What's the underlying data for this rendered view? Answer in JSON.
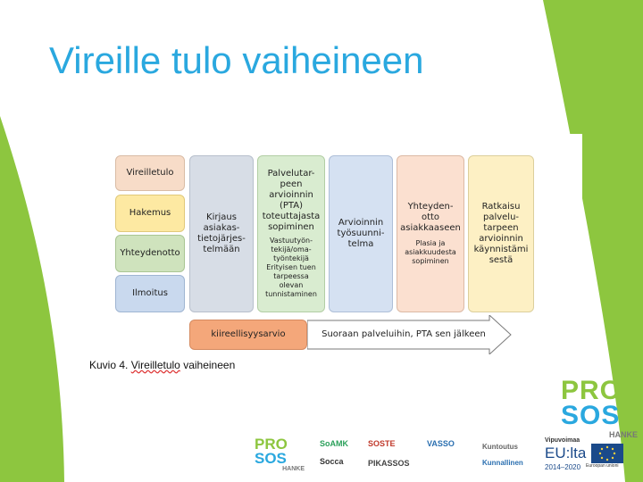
{
  "slide": {
    "title": "Vireille tulo vaiheineen",
    "caption_prefix": "Kuvio 4. ",
    "caption_word": "Vireilletulo",
    "caption_suffix": " vaiheineen"
  },
  "diagram": {
    "left_column": [
      {
        "label": "Vireilletulo",
        "color": "#f7dcc8"
      },
      {
        "label": "Hakemus",
        "color": "#fde9a2"
      },
      {
        "label": "Yhteydenotto",
        "color": "#cfe3bd"
      },
      {
        "label": "Ilmoitus",
        "color": "#c9d9ee"
      }
    ],
    "columns": [
      {
        "title": "Kirjaus asiakas-tietojärjes-telmään",
        "sub": "",
        "color": "#d7dde6"
      },
      {
        "title": "Palvelutar-peen arvioinnin (PTA) toteuttajasta sopiminen",
        "sub": "Vastuutyön-tekijä/oma-työntekijä Erityisen tuen tarpeessa olevan tunnistaminen",
        "color": "#d9ecd0"
      },
      {
        "title": "Arvioinnin työsuunni-telma",
        "sub": "",
        "color": "#d5e1f2"
      },
      {
        "title": "Yhteyden-otto asiakkaaseen",
        "sub": "Plasia ja asiakkuudesta sopiminen",
        "color": "#fbe0d0"
      },
      {
        "title": "Ratkaisu palvelu-tarpeen arvioinnin käynnistämi sestä",
        "sub": "",
        "color": "#fdf0c4"
      }
    ],
    "urgency": "kiireellisyysarvio",
    "arrow_text": "Suoraan palveluihin, PTA sen jälkeen"
  },
  "logos": {
    "prosos_big_top": "PRO",
    "prosos_big_bottom": "SOS",
    "prosos_big_sub": "HANKE",
    "prosos_small_top": "PRO",
    "prosos_small_bottom": "SOS",
    "prosos_small_sub": "HANKE",
    "partners": [
      "SoAMK",
      "SOSTE",
      "VASSO",
      "Socca",
      "PIKASSOS",
      "Kunnallinen",
      "Kuntoutus"
    ],
    "vipuvoimaa": "Vipuvoimaa",
    "eu_text": "EU:lta",
    "eu_years": "2014–2020",
    "eu_fund": "Euroopan unioni"
  },
  "colors": {
    "accent_blue": "#2aa8df",
    "green": "#8dc63f",
    "logo_blue": "#2aa8df"
  }
}
